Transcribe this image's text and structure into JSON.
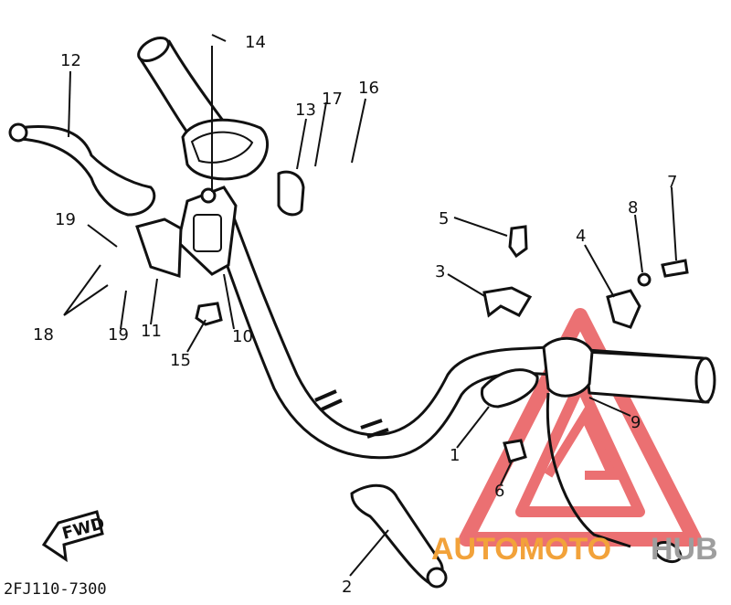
{
  "diagram": {
    "part_code": "2FJ110-7300",
    "fwd_label": "FWD",
    "callouts": [
      "1",
      "2",
      "3",
      "4",
      "5",
      "6",
      "7",
      "8",
      "9",
      "10",
      "11",
      "12",
      "13",
      "14",
      "15",
      "16",
      "17",
      "18",
      "19"
    ]
  },
  "watermark": {
    "text_left": "AUTOMOTO",
    "text_right": "HUB",
    "colors": {
      "red": "#e03a3a",
      "orange": "#f2a23a",
      "gray": "#bdbdbd"
    }
  }
}
